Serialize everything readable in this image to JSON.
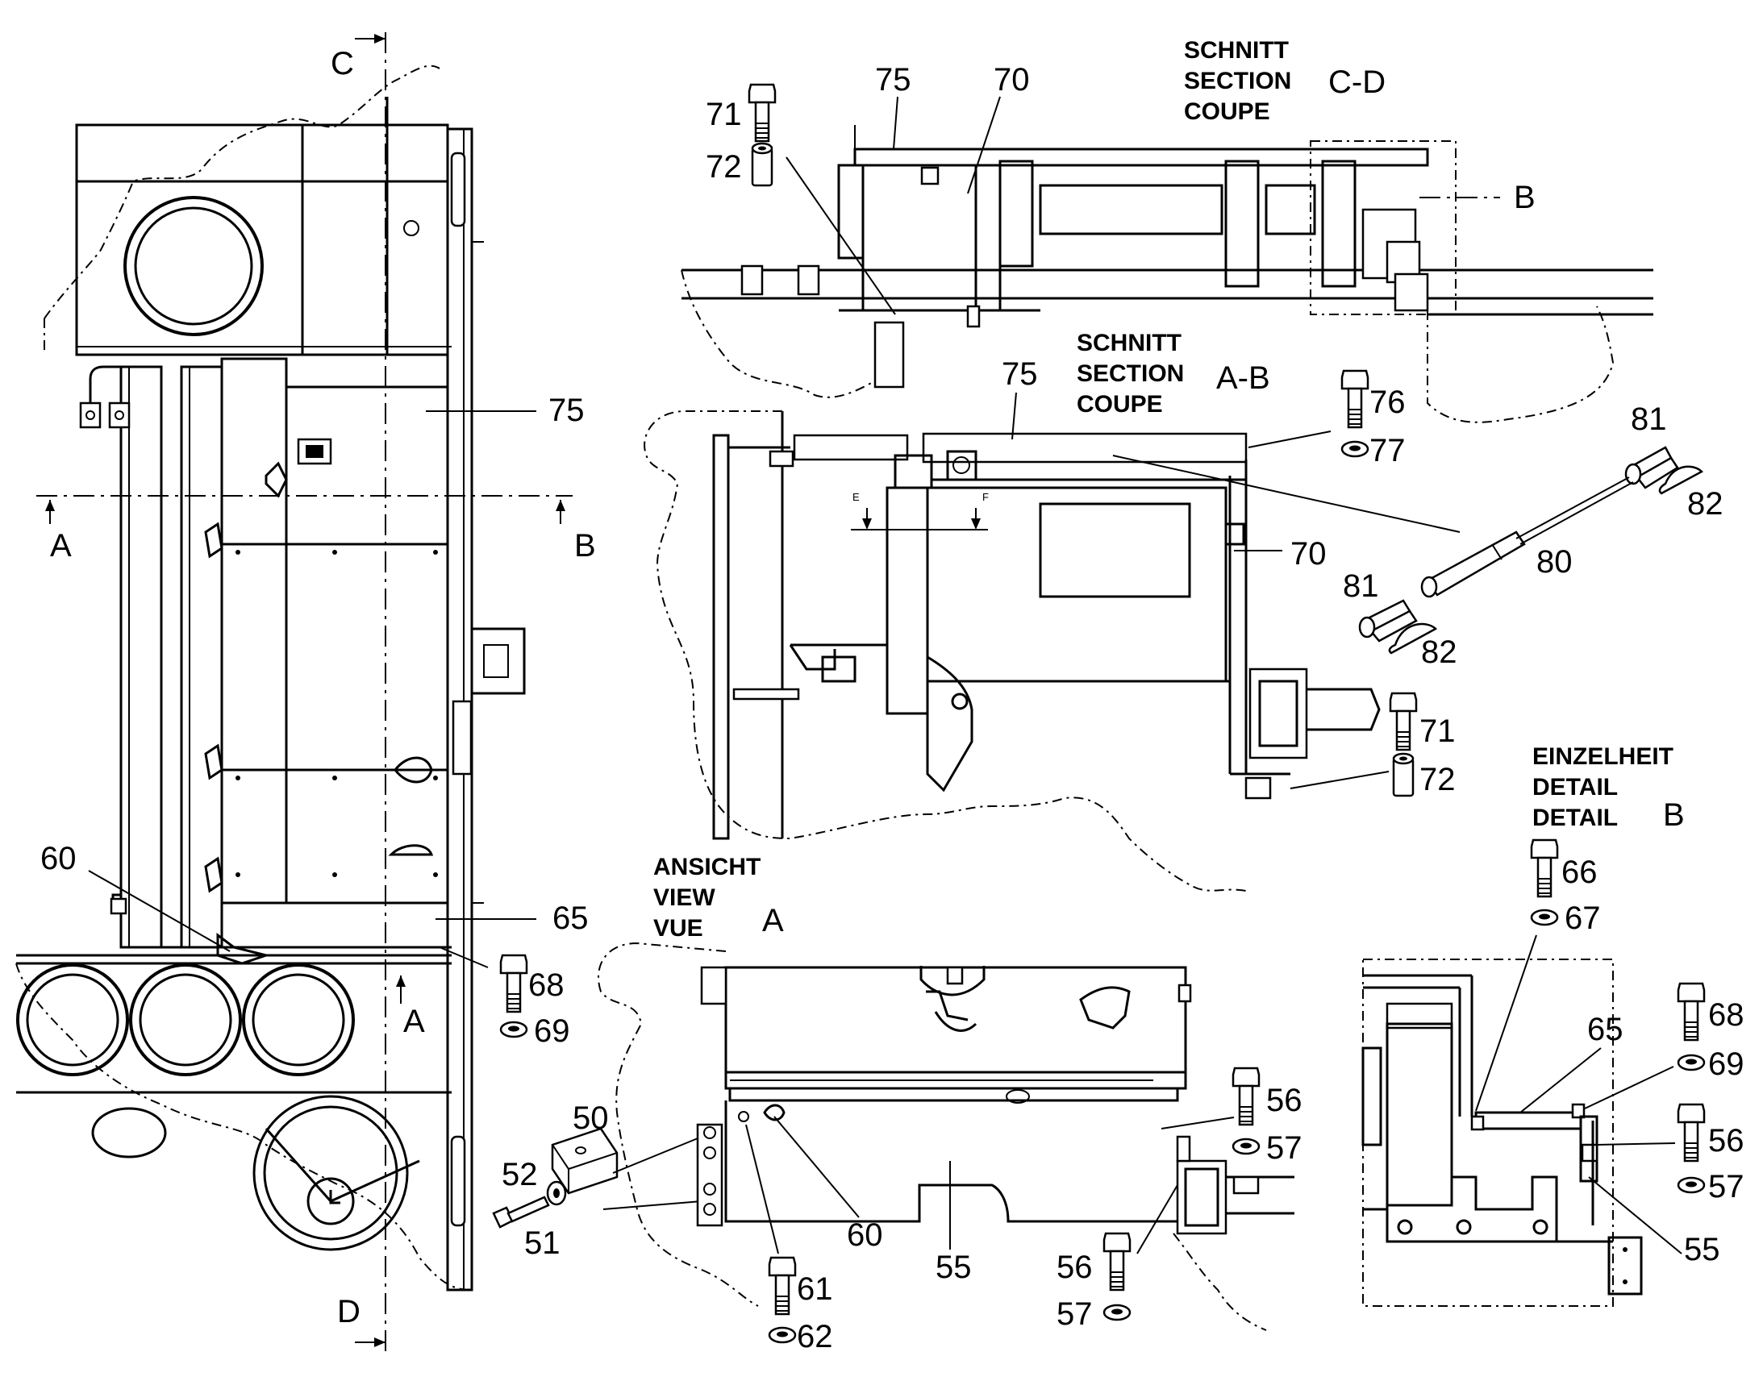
{
  "headers": {
    "section_cd": [
      "SCHNITT",
      "SECTION",
      "COUPE"
    ],
    "section_cd_id": "C-D",
    "section_ab": [
      "SCHNITT",
      "SECTION",
      "COUPE"
    ],
    "section_ab_id": "A-B",
    "view_a": [
      "ANSICHT",
      "VIEW",
      "VUE"
    ],
    "view_a_id": "A",
    "detail_b": [
      "EINZELHEIT",
      "DETAIL",
      "DETAIL"
    ],
    "detail_b_id": "B"
  },
  "section_markers": {
    "C": "C",
    "D": "D",
    "A_left": "A",
    "B_right": "B",
    "A_view": "A",
    "B_callout": "B",
    "E": "E",
    "F": "F"
  },
  "callouts": {
    "main_view": [
      "75",
      "60",
      "65",
      "68",
      "69",
      "50",
      "52",
      "51"
    ],
    "section_cd": [
      "75",
      "70",
      "71",
      "72"
    ],
    "section_ab": [
      "75",
      "76",
      "77",
      "81",
      "82",
      "70",
      "80",
      "81",
      "82",
      "71",
      "72"
    ],
    "view_a": [
      "56",
      "57",
      "60",
      "55",
      "61",
      "62",
      "56",
      "57"
    ],
    "detail_b": [
      "66",
      "67",
      "65",
      "68",
      "69",
      "56",
      "57",
      "55"
    ]
  },
  "icons": [
    "bolt-icon",
    "washer-icon",
    "sleeve-icon",
    "clamp-block-icon",
    "gas-strut-icon",
    "clevis-icon",
    "clip-icon",
    "section-arrow-icon"
  ]
}
